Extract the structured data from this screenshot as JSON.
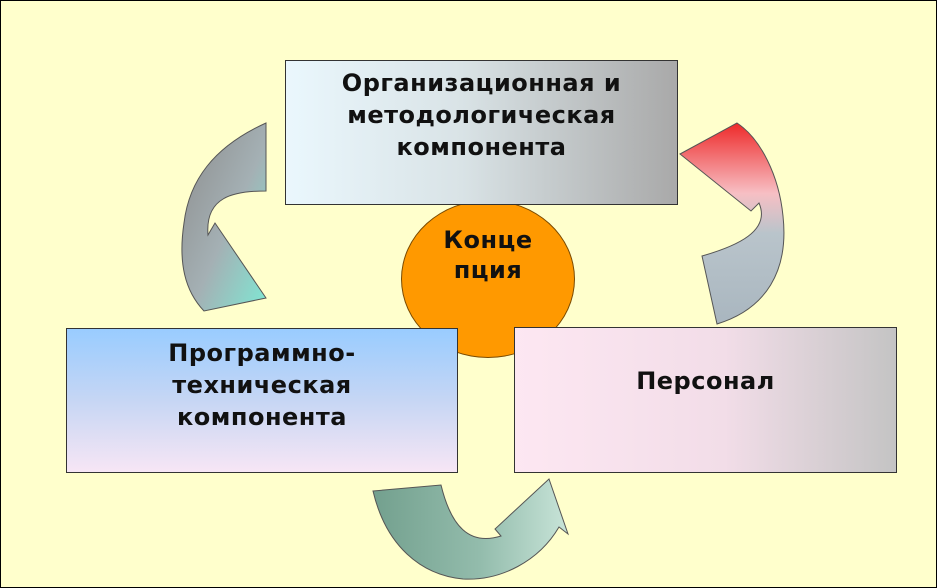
{
  "diagram": {
    "center": {
      "label": "Конце\nпция"
    },
    "boxes": {
      "top": {
        "label": "Организационная и\nметодологическая\nкомпонента"
      },
      "left": {
        "label": "Программно-\nтехническая\nкомпонента"
      },
      "right": {
        "label": "Персонал"
      }
    },
    "colors": {
      "background": "#ffffcc",
      "center_fill": "#ff9900",
      "arrow_left_top": "#8f8f8f",
      "arrow_left_bottom": "#7fe3cf",
      "arrow_right_top": "#ee3333",
      "arrow_right_bottom": "#b0bcc4",
      "arrow_bottom_left": "#79a394",
      "arrow_bottom_right": "#b9dccd"
    }
  }
}
